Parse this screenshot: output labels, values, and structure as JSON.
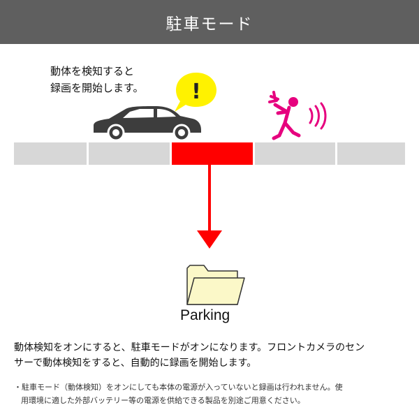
{
  "header": {
    "title": "駐車モード"
  },
  "caption": {
    "line1": "動体を検知すると",
    "line2": "録画を開始します。"
  },
  "alert": {
    "symbol": "!",
    "color": "#fff200"
  },
  "colors": {
    "header_bg": "#5f5f5f",
    "road": "#d7d7d7",
    "active_segment": "#ff0000",
    "person": "#e6007e",
    "car": "#3d3d3d",
    "folder": "#fbf8c8"
  },
  "road": {
    "segments": 5,
    "active_index": 2
  },
  "folder": {
    "label": "Parking"
  },
  "description": {
    "line1": "動体検知をオンにすると、駐車モードがオンになります。フロントカメラのセン",
    "line2": "サーで動体検知をすると、自動的に録画を開始します。"
  },
  "note": {
    "line1": "・駐車モード（動体検知）をオンにしても本体の電源が入っていないと録画は行われません。使",
    "line2": "用環境に適した外部バッテリー等の電源を供給できる製品を別途ご用意ください。"
  }
}
